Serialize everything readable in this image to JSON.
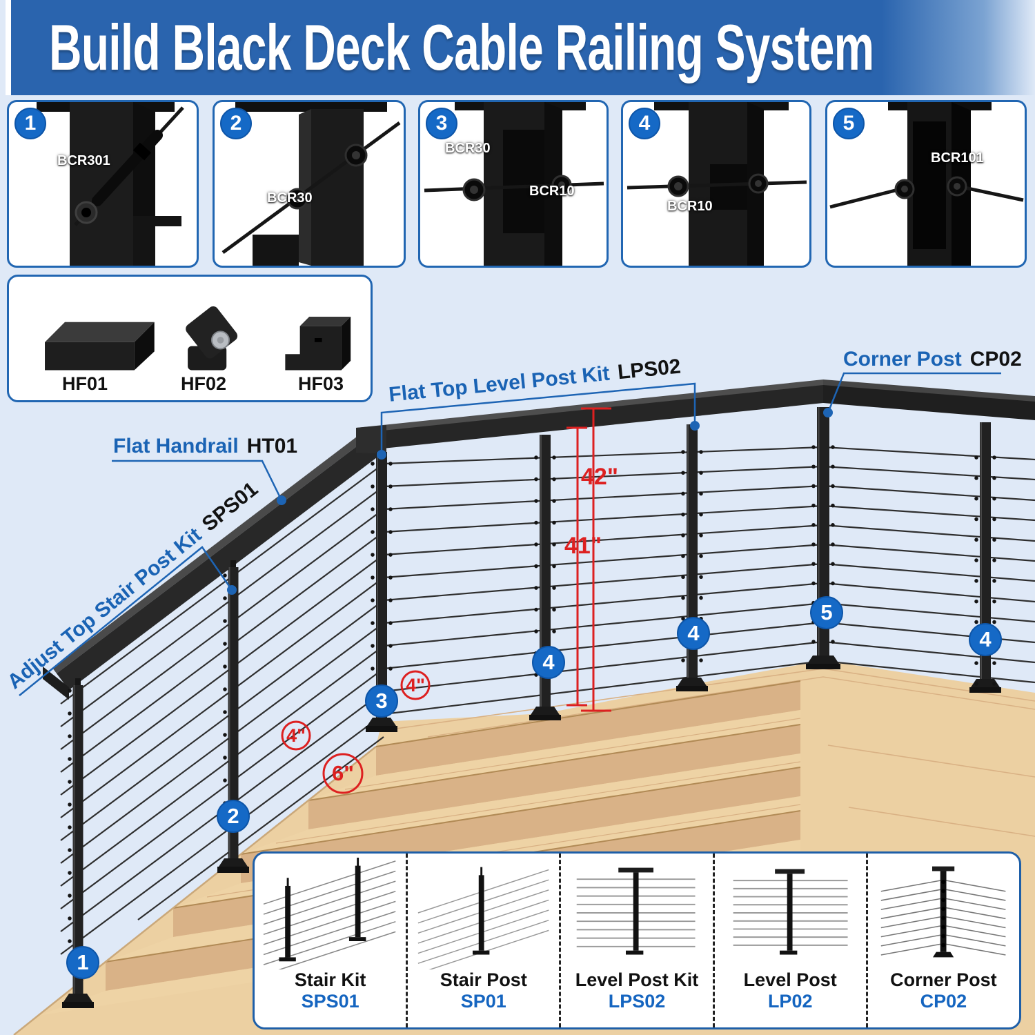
{
  "title": "Build Black Deck Cable Railing System",
  "steps": [
    {
      "number": "1",
      "parts": [
        "BCR301"
      ]
    },
    {
      "number": "2",
      "parts": [
        "BCR30"
      ]
    },
    {
      "number": "3",
      "parts": [
        "BCR30",
        "BCR10"
      ]
    },
    {
      "number": "4",
      "parts": [
        "BCR10"
      ]
    },
    {
      "number": "5",
      "parts": [
        "BCR101"
      ]
    }
  ],
  "hardware": {
    "items": [
      "HF01",
      "HF02",
      "HF03"
    ]
  },
  "scene": {
    "callouts": {
      "level_post_kit": {
        "label": "Flat Top Level Post Kit",
        "code": "LPS02"
      },
      "corner_post": {
        "label": "Corner Post",
        "code": "CP02"
      },
      "handrail": {
        "label": "Flat Handrail",
        "code": "HT01"
      },
      "stair_post_kit": {
        "label": "Adjust Top Stair Post Kit",
        "code": "SPS01"
      }
    },
    "dimensions": {
      "rail_height": "42\"",
      "post_height": "41\"",
      "cable_spacing": "4\"",
      "stair_cable_spacing": "4\"",
      "bottom_gap": "6\""
    },
    "markers": [
      {
        "number": "1"
      },
      {
        "number": "2"
      },
      {
        "number": "3"
      },
      {
        "number": "4"
      },
      {
        "number": "4"
      },
      {
        "number": "5"
      },
      {
        "number": "4"
      }
    ]
  },
  "legend": {
    "items": [
      {
        "name": "Stair Kit",
        "code": "SPS01"
      },
      {
        "name": "Stair Post",
        "code": "SP01"
      },
      {
        "name": "Level Post Kit",
        "code": "LPS02"
      },
      {
        "name": "Level Post",
        "code": "LP02"
      },
      {
        "name": "Corner Post",
        "code": "CP02"
      }
    ]
  },
  "colors": {
    "banner_blue": "#2a64ae",
    "border_blue": "#2166b2",
    "badge_blue": "#1569c6",
    "label_blue": "#1a63b4",
    "code_blue": "#1565c0",
    "annotation_red": "#dd2020",
    "background": "#dfe9f7",
    "wood": "#ecd0a2",
    "rail_black": "#242424"
  }
}
